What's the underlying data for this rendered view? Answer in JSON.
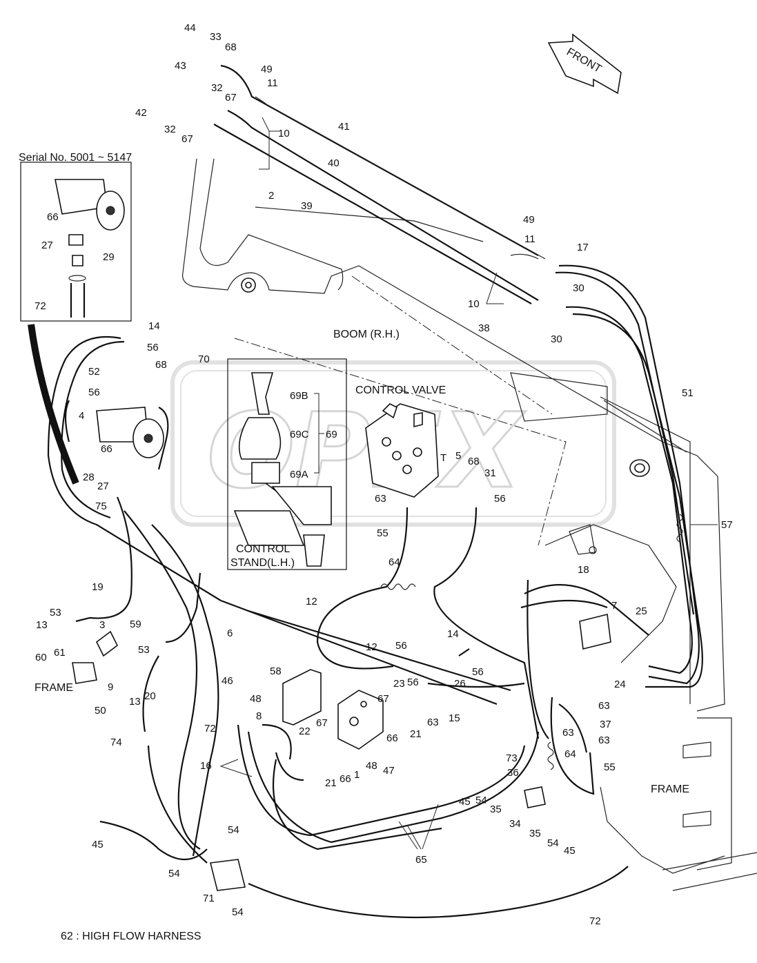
{
  "annotations": {
    "serial_range": "Serial No. 5001 ~ 5147",
    "boom": "BOOM (R.H.)",
    "control_valve": "CONTROL VALVE",
    "control_stand_line1": "CONTROL",
    "control_stand_line2": "STAND(L.H.)",
    "front": "FRONT",
    "frame_left": "FRAME",
    "frame_right": "FRAME",
    "port_t": "T",
    "footnote": "62 : HIGH FLOW HARNESS",
    "watermark": "OPEX"
  },
  "part_labels": [
    {
      "id": "p44",
      "text": "44"
    },
    {
      "id": "p33",
      "text": "33"
    },
    {
      "id": "p68a",
      "text": "68"
    },
    {
      "id": "p43",
      "text": "43"
    },
    {
      "id": "p49a",
      "text": "49"
    },
    {
      "id": "p32a",
      "text": "32"
    },
    {
      "id": "p11a",
      "text": "11"
    },
    {
      "id": "p67a",
      "text": "67"
    },
    {
      "id": "p42",
      "text": "42"
    },
    {
      "id": "p32b",
      "text": "32"
    },
    {
      "id": "p10a",
      "text": "10"
    },
    {
      "id": "p67b",
      "text": "67"
    },
    {
      "id": "p41",
      "text": "41"
    },
    {
      "id": "p40",
      "text": "40"
    },
    {
      "id": "p2",
      "text": "2"
    },
    {
      "id": "p39",
      "text": "39"
    },
    {
      "id": "p66a",
      "text": "66"
    },
    {
      "id": "p27a",
      "text": "27"
    },
    {
      "id": "p29",
      "text": "29"
    },
    {
      "id": "p72a",
      "text": "72"
    },
    {
      "id": "p49b",
      "text": "49"
    },
    {
      "id": "p11b",
      "text": "11"
    },
    {
      "id": "p17",
      "text": "17"
    },
    {
      "id": "p30a",
      "text": "30"
    },
    {
      "id": "p10b",
      "text": "10"
    },
    {
      "id": "p30b",
      "text": "30"
    },
    {
      "id": "p38",
      "text": "38"
    },
    {
      "id": "p14a",
      "text": "14"
    },
    {
      "id": "p56a",
      "text": "56"
    },
    {
      "id": "p52",
      "text": "52"
    },
    {
      "id": "p68b",
      "text": "68"
    },
    {
      "id": "p70",
      "text": "70"
    },
    {
      "id": "p56b",
      "text": "56"
    },
    {
      "id": "p4",
      "text": "4"
    },
    {
      "id": "p69B",
      "text": "69B"
    },
    {
      "id": "p69C",
      "text": "69C"
    },
    {
      "id": "p69",
      "text": "69"
    },
    {
      "id": "p69A",
      "text": "69A"
    },
    {
      "id": "p51",
      "text": "51"
    },
    {
      "id": "p66b",
      "text": "66"
    },
    {
      "id": "p28",
      "text": "28"
    },
    {
      "id": "p27b",
      "text": "27"
    },
    {
      "id": "p75",
      "text": "75"
    },
    {
      "id": "p5",
      "text": "5"
    },
    {
      "id": "p68c",
      "text": "68"
    },
    {
      "id": "p31",
      "text": "31"
    },
    {
      "id": "p63a",
      "text": "63"
    },
    {
      "id": "p56c",
      "text": "56"
    },
    {
      "id": "p57",
      "text": "57"
    },
    {
      "id": "p55a",
      "text": "55"
    },
    {
      "id": "p64a",
      "text": "64"
    },
    {
      "id": "p19",
      "text": "19"
    },
    {
      "id": "p18",
      "text": "18"
    },
    {
      "id": "p12a",
      "text": "12"
    },
    {
      "id": "p7",
      "text": "7"
    },
    {
      "id": "p53a",
      "text": "53"
    },
    {
      "id": "p6",
      "text": "6"
    },
    {
      "id": "p25",
      "text": "25"
    },
    {
      "id": "p13a",
      "text": "13"
    },
    {
      "id": "p3",
      "text": "3"
    },
    {
      "id": "p59",
      "text": "59"
    },
    {
      "id": "p14b",
      "text": "14"
    },
    {
      "id": "p12b",
      "text": "12"
    },
    {
      "id": "p56d",
      "text": "56"
    },
    {
      "id": "p53b",
      "text": "53"
    },
    {
      "id": "p60",
      "text": "60"
    },
    {
      "id": "p61",
      "text": "61"
    },
    {
      "id": "p9",
      "text": "9"
    },
    {
      "id": "p58",
      "text": "58"
    },
    {
      "id": "p56e",
      "text": "56"
    },
    {
      "id": "p46",
      "text": "46"
    },
    {
      "id": "p24",
      "text": "24"
    },
    {
      "id": "p23",
      "text": "23"
    },
    {
      "id": "p56f",
      "text": "56"
    },
    {
      "id": "p26",
      "text": "26"
    },
    {
      "id": "p13b",
      "text": "13"
    },
    {
      "id": "p20",
      "text": "20"
    },
    {
      "id": "p48a",
      "text": "48"
    },
    {
      "id": "p50",
      "text": "50"
    },
    {
      "id": "p67c",
      "text": "67"
    },
    {
      "id": "p8",
      "text": "8"
    },
    {
      "id": "p15",
      "text": "15"
    },
    {
      "id": "p63b",
      "text": "63"
    },
    {
      "id": "p37",
      "text": "37"
    },
    {
      "id": "p72b",
      "text": "72"
    },
    {
      "id": "p22",
      "text": "22"
    },
    {
      "id": "p67d",
      "text": "67"
    },
    {
      "id": "p63c",
      "text": "63"
    },
    {
      "id": "p21a",
      "text": "21"
    },
    {
      "id": "p63d",
      "text": "63"
    },
    {
      "id": "p63e",
      "text": "63"
    },
    {
      "id": "p74",
      "text": "74"
    },
    {
      "id": "p66c",
      "text": "66"
    },
    {
      "id": "p73",
      "text": "73"
    },
    {
      "id": "p64b",
      "text": "64"
    },
    {
      "id": "p55b",
      "text": "55"
    },
    {
      "id": "p16",
      "text": "16"
    },
    {
      "id": "p48b",
      "text": "48"
    },
    {
      "id": "p47",
      "text": "47"
    },
    {
      "id": "p21b",
      "text": "21"
    },
    {
      "id": "p66d",
      "text": "66"
    },
    {
      "id": "p1",
      "text": "1"
    },
    {
      "id": "p36",
      "text": "36"
    },
    {
      "id": "p45a",
      "text": "45"
    },
    {
      "id": "p54a",
      "text": "54"
    },
    {
      "id": "p35a",
      "text": "35"
    },
    {
      "id": "p34",
      "text": "34"
    },
    {
      "id": "p35b",
      "text": "35"
    },
    {
      "id": "p54b",
      "text": "54"
    },
    {
      "id": "p45b",
      "text": "45"
    },
    {
      "id": "p45c",
      "text": "45"
    },
    {
      "id": "p54c",
      "text": "54"
    },
    {
      "id": "p54d",
      "text": "54"
    },
    {
      "id": "p65",
      "text": "65"
    },
    {
      "id": "p71",
      "text": "71"
    },
    {
      "id": "p54e",
      "text": "54"
    },
    {
      "id": "p72c",
      "text": "72"
    }
  ]
}
